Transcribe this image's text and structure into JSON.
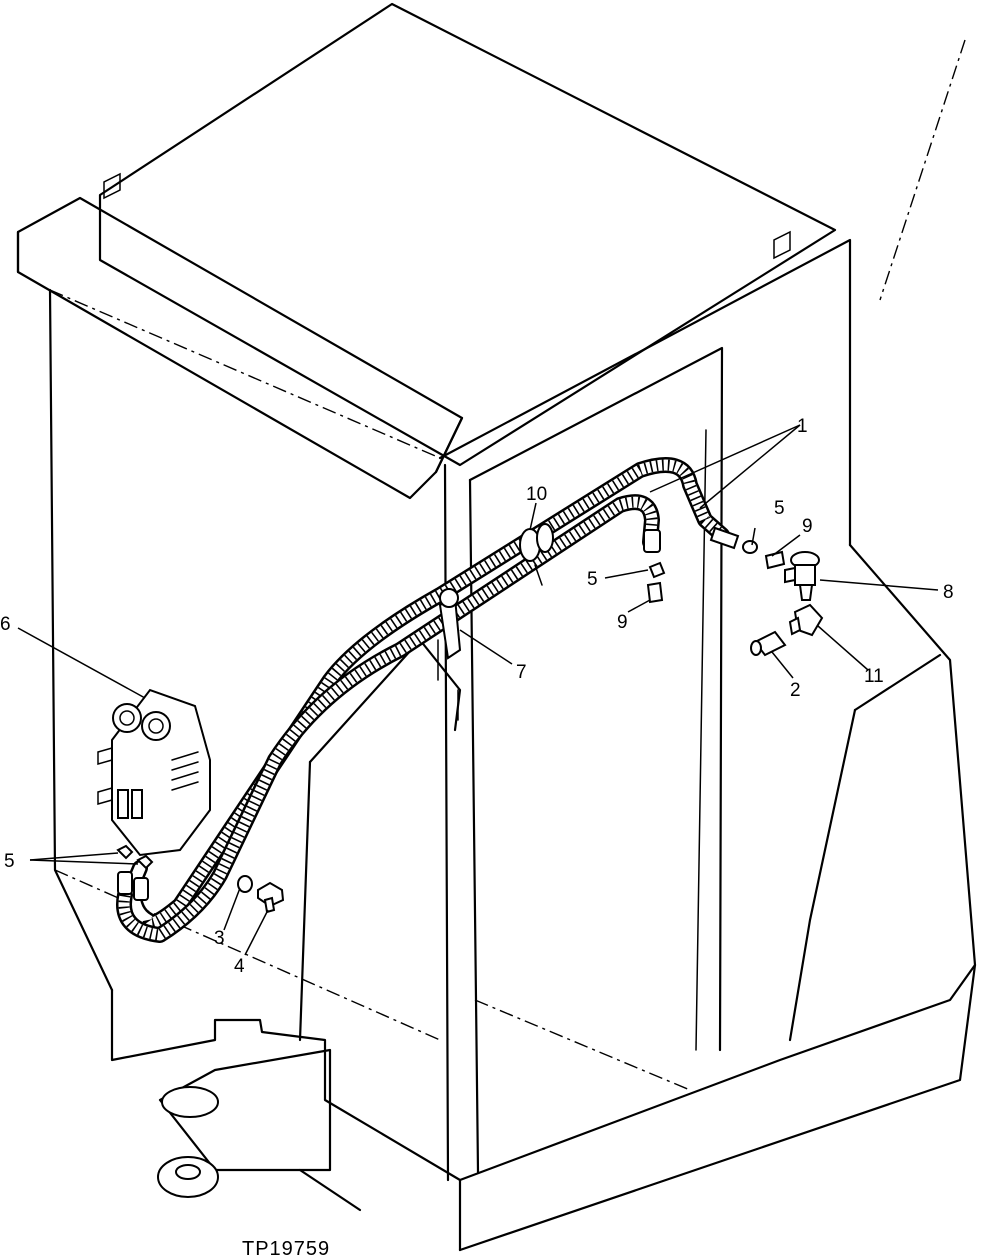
{
  "figure": {
    "reference_code": "TP19759"
  },
  "callouts": [
    {
      "id": "c1",
      "number": "1"
    },
    {
      "id": "c2",
      "number": "2"
    },
    {
      "id": "c3",
      "number": "3"
    },
    {
      "id": "c4",
      "number": "4"
    },
    {
      "id": "c5a",
      "number": "5"
    },
    {
      "id": "c5b",
      "number": "5"
    },
    {
      "id": "c5c",
      "number": "5"
    },
    {
      "id": "c6",
      "number": "6"
    },
    {
      "id": "c7",
      "number": "7"
    },
    {
      "id": "c8",
      "number": "8"
    },
    {
      "id": "c9a",
      "number": "9"
    },
    {
      "id": "c9b",
      "number": "9"
    },
    {
      "id": "c10",
      "number": "10"
    },
    {
      "id": "c11",
      "number": "11"
    }
  ]
}
